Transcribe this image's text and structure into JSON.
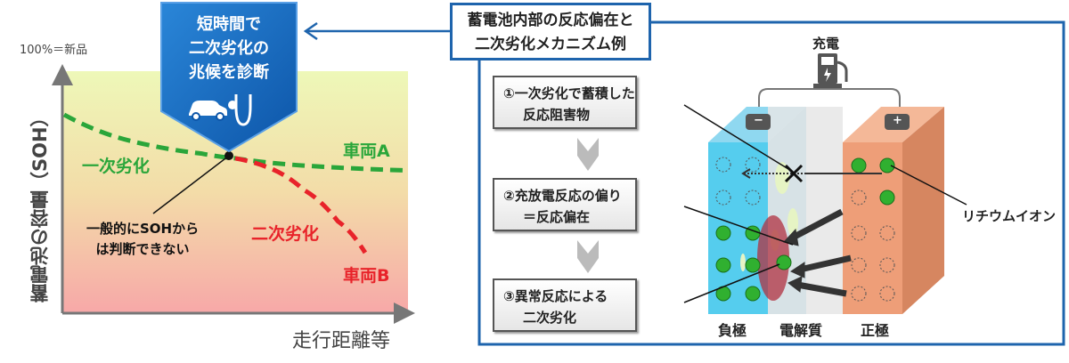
{
  "chart_data": {
    "type": "line",
    "title": "",
    "xlabel": "走行距離等",
    "ylabel": "蓄電池の容量（SOH）",
    "y_top_label": "100%＝新品",
    "series": [
      {
        "name": "車両A",
        "stage_label": "一次劣化",
        "color": "#2aa63a",
        "x": [
          0,
          0.2,
          0.4,
          0.5,
          0.7,
          1.0
        ],
        "y": [
          0.82,
          0.71,
          0.66,
          0.64,
          0.61,
          0.59
        ]
      },
      {
        "name": "車両B",
        "stage_label": "二次劣化",
        "color": "#e8232a",
        "x": [
          0.5,
          0.6,
          0.7,
          0.8,
          0.88
        ],
        "y": [
          0.64,
          0.6,
          0.51,
          0.38,
          0.25
        ]
      }
    ],
    "annotation": [
      "一般的にSOHから",
      "は判断できない"
    ]
  },
  "callout": {
    "lines": [
      "短時間で",
      "二次劣化の",
      "兆候を診断"
    ],
    "color": "#1464b4"
  },
  "mechanism": {
    "title": [
      "蓄電池内部の反応偏在と",
      "二次劣化メカニズム例"
    ],
    "steps": [
      [
        "①一次劣化で蓄積した",
        "反応阻害物"
      ],
      [
        "②充放電反応の偏り",
        "＝反応偏在"
      ],
      [
        "③異常反応による",
        "二次劣化"
      ]
    ],
    "charge_label": "充電",
    "ion_label": "リチウムイオン",
    "electrodes": {
      "negative": "負極",
      "electrolyte": "電解質",
      "positive": "正極"
    },
    "terminals": {
      "negative": "−",
      "positive": "+"
    }
  }
}
